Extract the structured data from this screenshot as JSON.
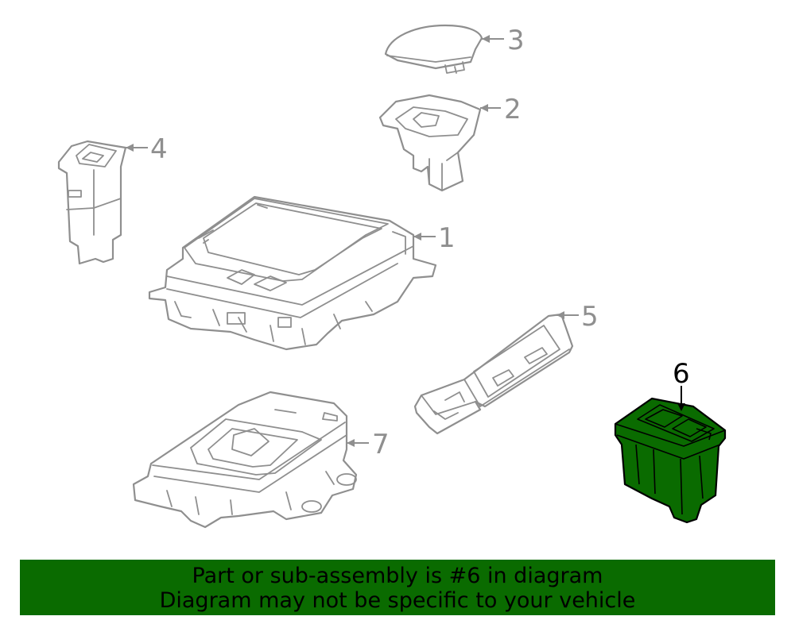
{
  "callouts": {
    "c1": "1",
    "c2": "2",
    "c3": "3",
    "c4": "4",
    "c5": "5",
    "c6": "6",
    "c7": "7"
  },
  "banner": {
    "line1": "Part or sub-assembly is #6 in diagram",
    "line2": "Diagram may not be specific to your vehicle"
  },
  "colors": {
    "highlight": "#0a6b00",
    "line_art": "#8f8f8f",
    "banner_bg": "#0a6b00"
  }
}
